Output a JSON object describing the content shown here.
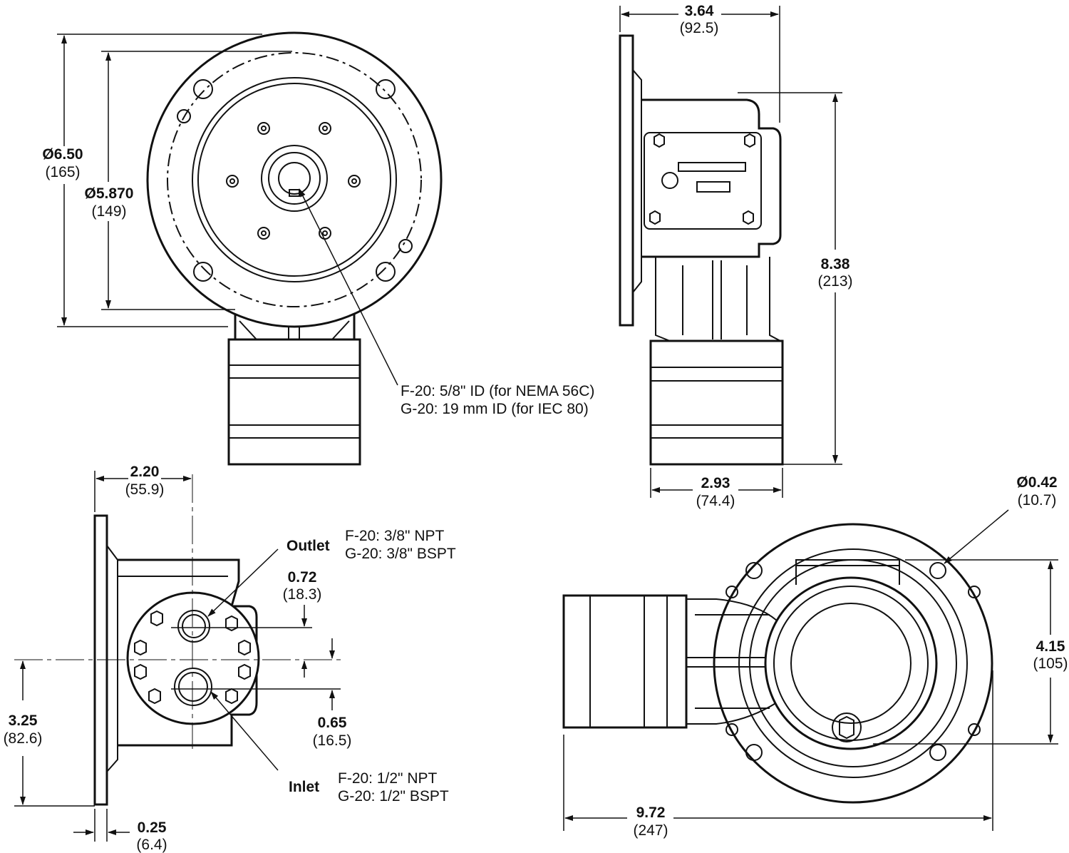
{
  "front_view": {
    "outer_diameter": {
      "value": "Ø6.50",
      "metric": "(165)"
    },
    "pilot_diameter": {
      "value": "Ø5.870",
      "metric": "(149)"
    },
    "bore_note": {
      "line1": "F-20: 5/8\" ID (for NEMA 56C)",
      "line2": "G-20: 19 mm ID (for IEC 80)"
    }
  },
  "side_view": {
    "depth": {
      "value": "3.64",
      "metric": "(92.5)"
    },
    "height": {
      "value": "8.38",
      "metric": "(213)"
    },
    "body_width": {
      "value": "2.93",
      "metric": "(74.4)"
    }
  },
  "port_view": {
    "offset": {
      "value": "2.20",
      "metric": "(55.9)"
    },
    "outlet": {
      "label": "Outlet",
      "line1": "F-20: 3/8\" NPT",
      "line2": "G-20: 3/8\" BSPT"
    },
    "outlet_offset": {
      "value": "0.72",
      "metric": "(18.3)"
    },
    "inlet_offset": {
      "value": "0.65",
      "metric": "(16.5)"
    },
    "centerline": {
      "value": "3.25",
      "metric": "(82.6)"
    },
    "inlet": {
      "label": "Inlet",
      "line1": "F-20: 1/2\" NPT",
      "line2": "G-20: 1/2\" BSPT"
    },
    "flange_thickness": {
      "value": "0.25",
      "metric": "(6.4)"
    }
  },
  "top_view": {
    "hole_diameter": {
      "value": "Ø0.42",
      "metric": "(10.7)"
    },
    "hole_spacing": {
      "value": "4.15",
      "metric": "(105)"
    },
    "overall_length": {
      "value": "9.72",
      "metric": "(247)"
    }
  }
}
